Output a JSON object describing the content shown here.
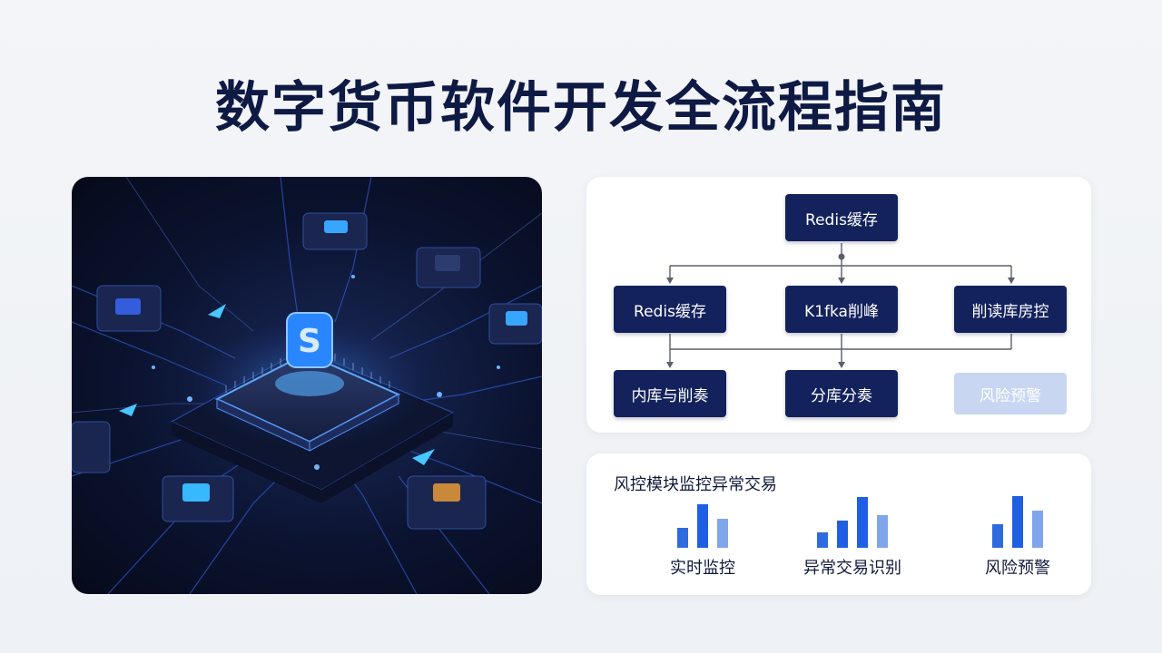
{
  "title": "数字货币软件开发全流程指南",
  "colors": {
    "navy": "#13225c",
    "light_node": "#c8d6f2",
    "bar_dark": "#2f6bde",
    "bar_mid": "#1f5fe3",
    "bar_light": "#7fa6ea"
  },
  "illustration": {
    "icon": "chip-with-crypto-coin-icon"
  },
  "architecture": {
    "top": "Redis缓存",
    "row2": [
      "Redis缓存",
      "K1fka削峰",
      "削读库房控"
    ],
    "row3": [
      "内库与削奏",
      "分库分奏",
      "风险预警"
    ]
  },
  "monitor": {
    "title": "风控模块监控异常交易",
    "groups": [
      {
        "label": "实时监控",
        "bars": [
          0.35,
          0.78,
          0.52
        ]
      },
      {
        "label": "异常交易识别",
        "bars": [
          0.28,
          0.48,
          0.9,
          0.58
        ]
      },
      {
        "label": "风险预警",
        "bars": [
          0.42,
          0.92,
          0.66
        ]
      }
    ]
  }
}
